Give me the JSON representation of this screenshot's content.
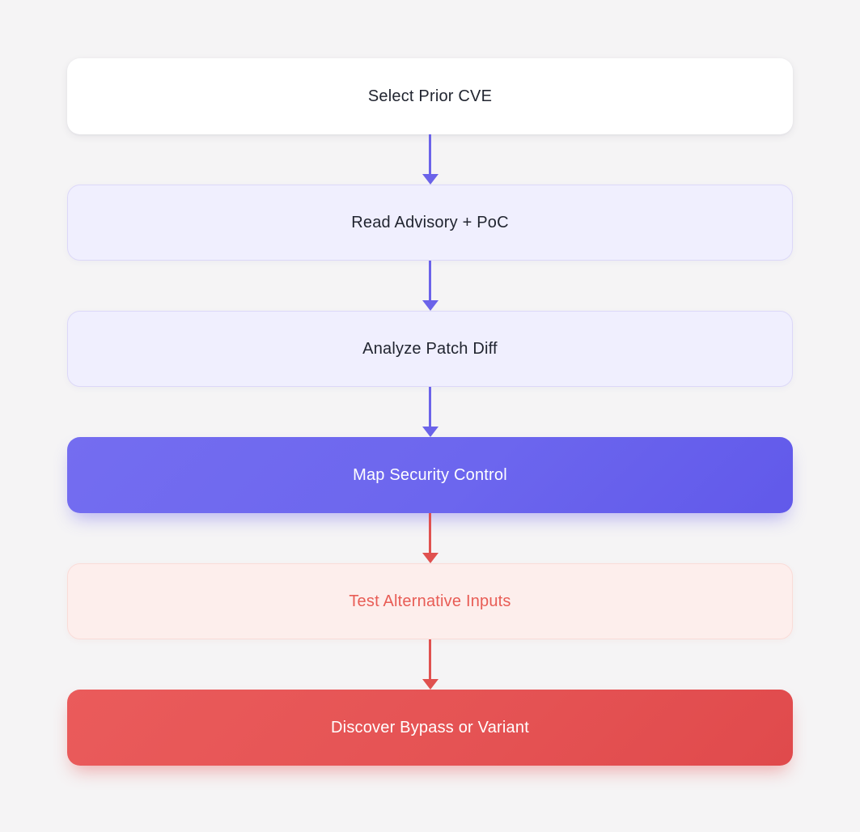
{
  "theme": {
    "page-bg": "#f5f4f5",
    "white": "#ffffff",
    "dark-text": "#212530",
    "purple": "#6c66ee",
    "purple-light-bg": "#f0effe",
    "purple-light-border": "#dcd8f8",
    "arrow-purple": "#6b63e9",
    "red": "#e55354",
    "red-light-bg": "#fdeeec",
    "red-light-border": "#fadcd8",
    "red-text": "#e85c55",
    "arrow-red": "#e0514f"
  },
  "flowchart": {
    "type": "flowchart",
    "direction": "top-down",
    "nodes": [
      {
        "label": "Select Prior CVE",
        "style": "white",
        "text_color": "#212530"
      },
      {
        "label": "Read Advisory + PoC",
        "style": "lavender",
        "text_color": "#212530"
      },
      {
        "label": "Analyze Patch Diff",
        "style": "lavender",
        "text_color": "#212530"
      },
      {
        "label": "Map Security Control",
        "style": "purple-solid",
        "text_color": "#ffffff"
      },
      {
        "label": "Test Alternative Inputs",
        "style": "pink",
        "text_color": "#e85c55"
      },
      {
        "label": "Discover Bypass or Variant",
        "style": "red-solid",
        "text_color": "#ffffff"
      }
    ],
    "connectors": [
      {
        "from": 0,
        "to": 1,
        "color": "purple"
      },
      {
        "from": 1,
        "to": 2,
        "color": "purple"
      },
      {
        "from": 2,
        "to": 3,
        "color": "purple"
      },
      {
        "from": 3,
        "to": 4,
        "color": "red"
      },
      {
        "from": 4,
        "to": 5,
        "color": "red"
      }
    ]
  }
}
